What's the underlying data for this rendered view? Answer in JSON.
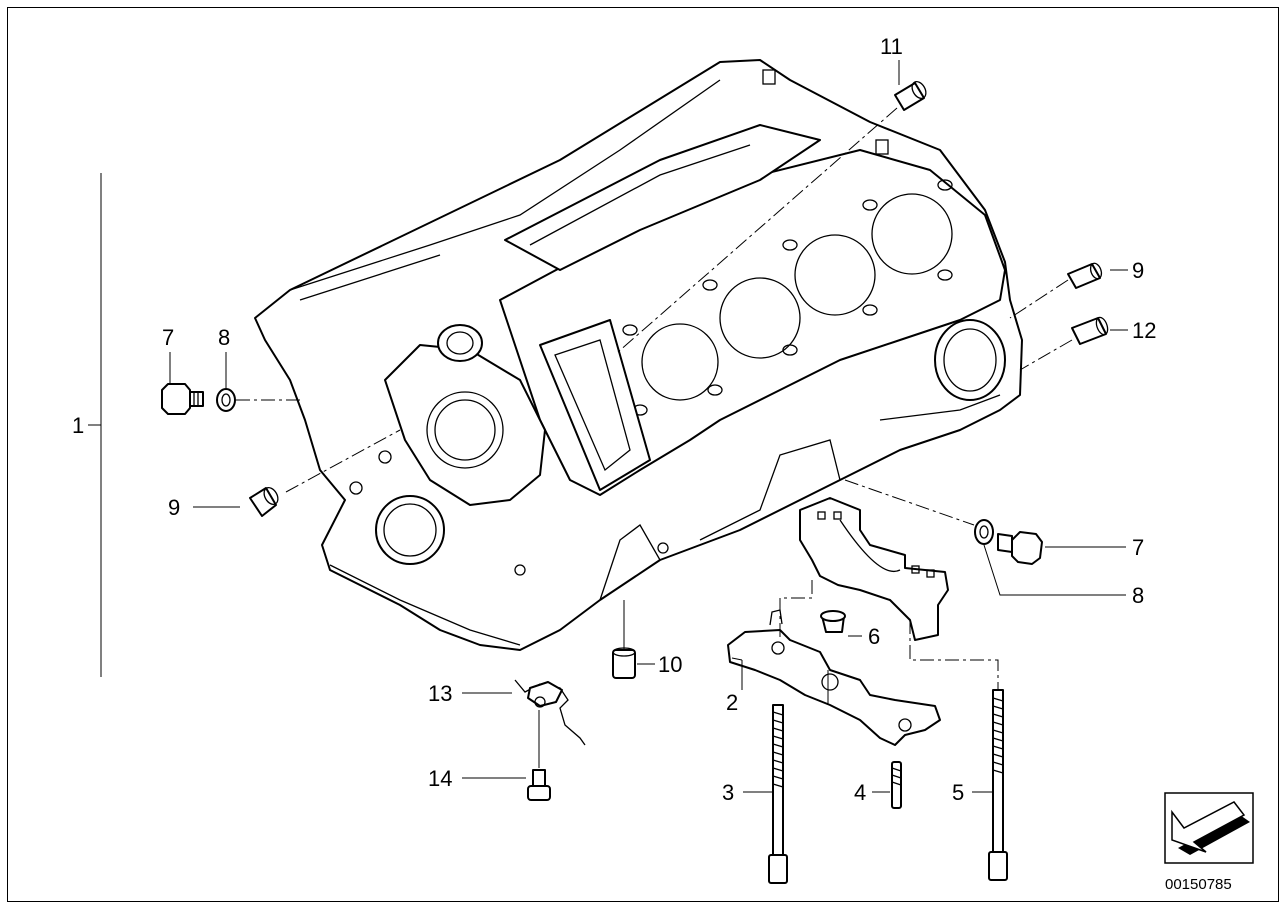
{
  "callouts": [
    {
      "id": "c1",
      "text": "1"
    },
    {
      "id": "c2",
      "text": "2"
    },
    {
      "id": "c3",
      "text": "3"
    },
    {
      "id": "c4",
      "text": "4"
    },
    {
      "id": "c5",
      "text": "5"
    },
    {
      "id": "c6",
      "text": "6"
    },
    {
      "id": "c7a",
      "text": "7"
    },
    {
      "id": "c7b",
      "text": "7"
    },
    {
      "id": "c8a",
      "text": "8"
    },
    {
      "id": "c8b",
      "text": "8"
    },
    {
      "id": "c9a",
      "text": "9"
    },
    {
      "id": "c9b",
      "text": "9"
    },
    {
      "id": "c10",
      "text": "10"
    },
    {
      "id": "c11",
      "text": "11"
    },
    {
      "id": "c12",
      "text": "12"
    },
    {
      "id": "c13",
      "text": "13"
    },
    {
      "id": "c14",
      "text": "14"
    }
  ],
  "diagram_ref": "00150785",
  "icons": {
    "nav": "arrow-icon"
  },
  "colors": {
    "line": "#000000",
    "background": "#ffffff",
    "arrow_shadow": "#000000"
  }
}
